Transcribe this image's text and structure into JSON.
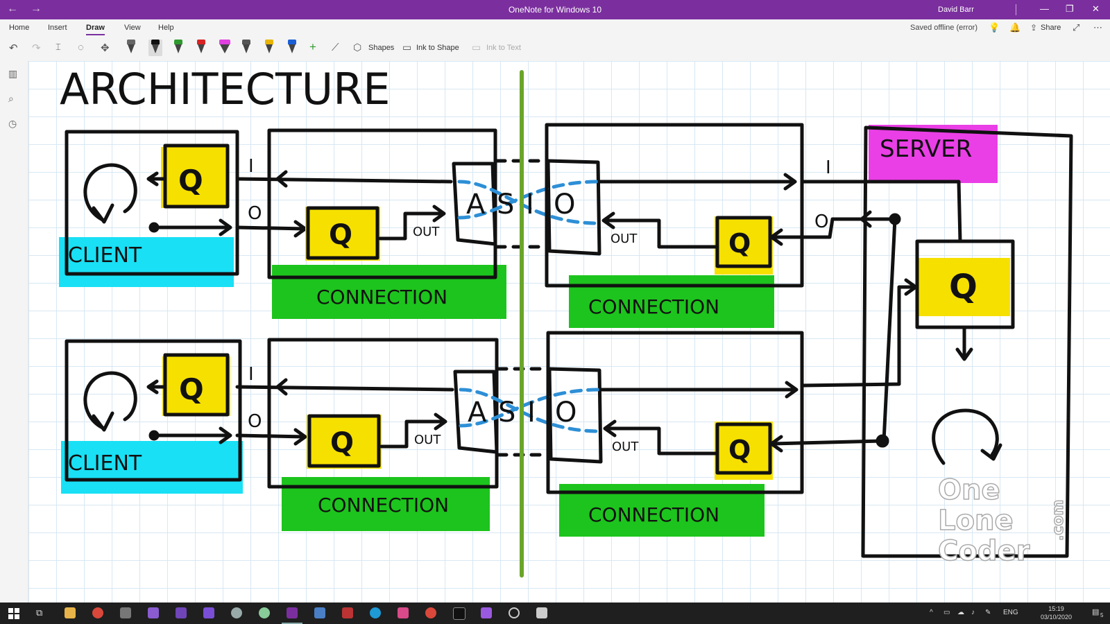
{
  "window": {
    "title": "OneNote for Windows 10",
    "user": "David Barr",
    "back_glyph": "←",
    "forward_glyph": "→",
    "minimize_glyph": "—",
    "restore_glyph": "❐",
    "close_glyph": "✕",
    "accent": "#7b2f9e"
  },
  "menu": {
    "items": [
      "Home",
      "Insert",
      "Draw",
      "View",
      "Help"
    ],
    "active": "Draw",
    "status": "Saved offline (error)",
    "share_label": "Share"
  },
  "toolbar": {
    "shapes_label": "Shapes",
    "ink_to_shape_label": "Ink to Shape",
    "ink_to_text_label": "Ink to Text",
    "pen_colors": [
      "#444444",
      "#111111",
      "#2e9a2e",
      "#d92323",
      "#e040e0",
      "#555555",
      "#e8b400",
      "#1a5fd6"
    ]
  },
  "canvas": {
    "heading": "ARCHITECTURE",
    "colors": {
      "client_fill": "#19e0f5",
      "connection_fill": "#1dc41d",
      "queue_fill": "#f6e000",
      "server_fill": "#ea3fe6",
      "divider": "#6aa52a",
      "asio_dashes": "#2d8fd6"
    },
    "client_label": "CLIENT",
    "connection_label": "CONNECTION",
    "server_label": "SERVER",
    "queue_label": "Q",
    "out_label": "OUT",
    "in_label": "I",
    "out_port_label": "O",
    "asio": [
      "A",
      "S",
      "I",
      "O"
    ],
    "watermark": {
      "line1": "One",
      "line2": "Lone",
      "line3": "Coder",
      "suffix": ".com"
    }
  },
  "taskbar": {
    "tray_lang": "ENG",
    "clock_time": "15:19",
    "clock_date": "03/10/2020",
    "notification_count": "5"
  }
}
